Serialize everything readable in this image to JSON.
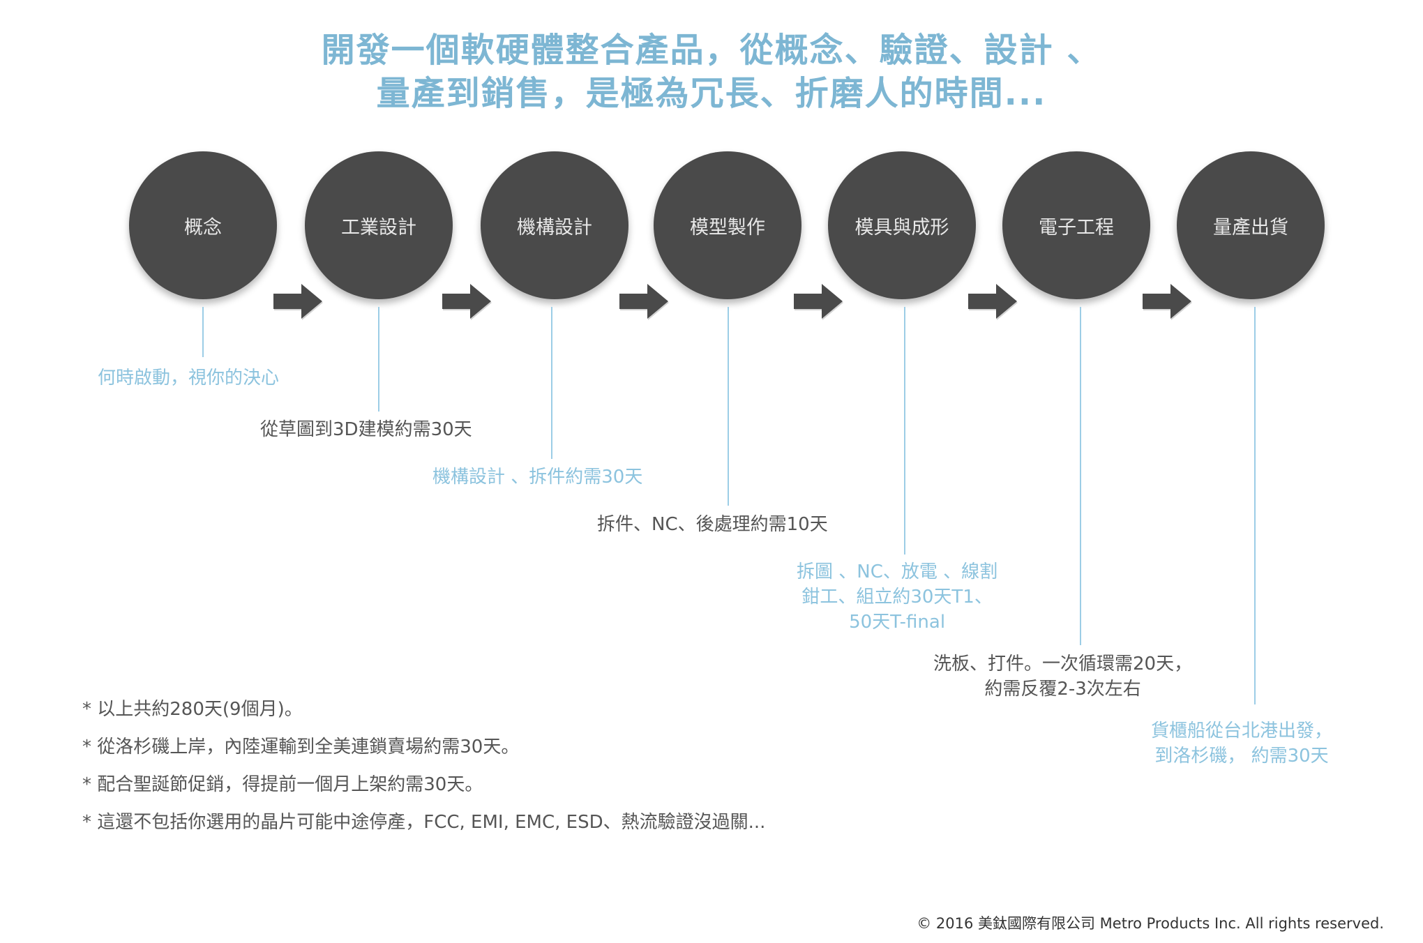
{
  "title": {
    "line1": "開發一個軟硬體整合產品，從概念、驗證、設計 、",
    "line2": "量產到銷售，是極為冗長、折磨人的時間..."
  },
  "stages": [
    {
      "label": "概念"
    },
    {
      "label": "工業設計"
    },
    {
      "label": "機構設計"
    },
    {
      "label": "模型製作"
    },
    {
      "label": "模具與成形"
    },
    {
      "label": "電子工程"
    },
    {
      "label": "量產出貨"
    }
  ],
  "notes": [
    {
      "lines": [
        "何時啟動，視你的決心"
      ]
    },
    {
      "lines": [
        "從草圖到3D建模約需30天"
      ]
    },
    {
      "lines": [
        "機構設計 、拆件約需30天"
      ]
    },
    {
      "lines": [
        "拆件、NC、後處理約需10天"
      ]
    },
    {
      "lines": [
        "拆圖 、NC、放電 、線割",
        "鉗工、組立約30天T1、",
        "50天T-final"
      ]
    },
    {
      "lines": [
        "洗板、打件。一次循環需20天，",
        "約需反覆2-3次左右"
      ]
    },
    {
      "lines": [
        "貨櫃船從台北港出發，",
        "到洛杉磯， 約需30天"
      ]
    }
  ],
  "footnotes": [
    "* 以上共約280天(9個月)。",
    "* 從洛杉磯上岸，內陸運輸到全美連鎖賣場約需30天。",
    "* 配合聖誕節促銷，得提前一個月上架約需30天。",
    "* 這還不包括你選用的晶片可能中途停產，FCC, EMI, EMC, ESD、熱流驗證沒過關..."
  ],
  "copyright": "© 2016 美鈦國際有限公司  Metro Products Inc. All rights reserved.",
  "colors": {
    "accent": "#7db6d3",
    "circle": "#4a4a4a",
    "arrow": "#4a4a4a",
    "line": "#9ccde6"
  }
}
